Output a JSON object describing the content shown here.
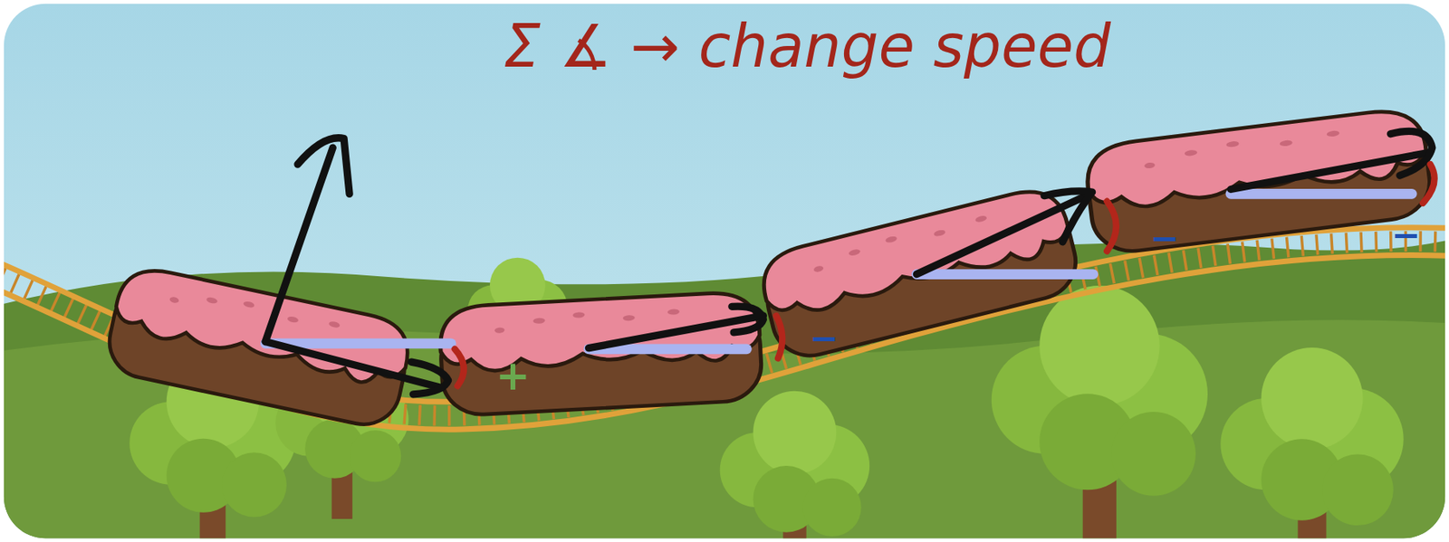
{
  "diagram": {
    "labels": [
      "Σ ∡ → change speed",
      "+",
      "−",
      "−",
      "−"
    ]
  }
}
